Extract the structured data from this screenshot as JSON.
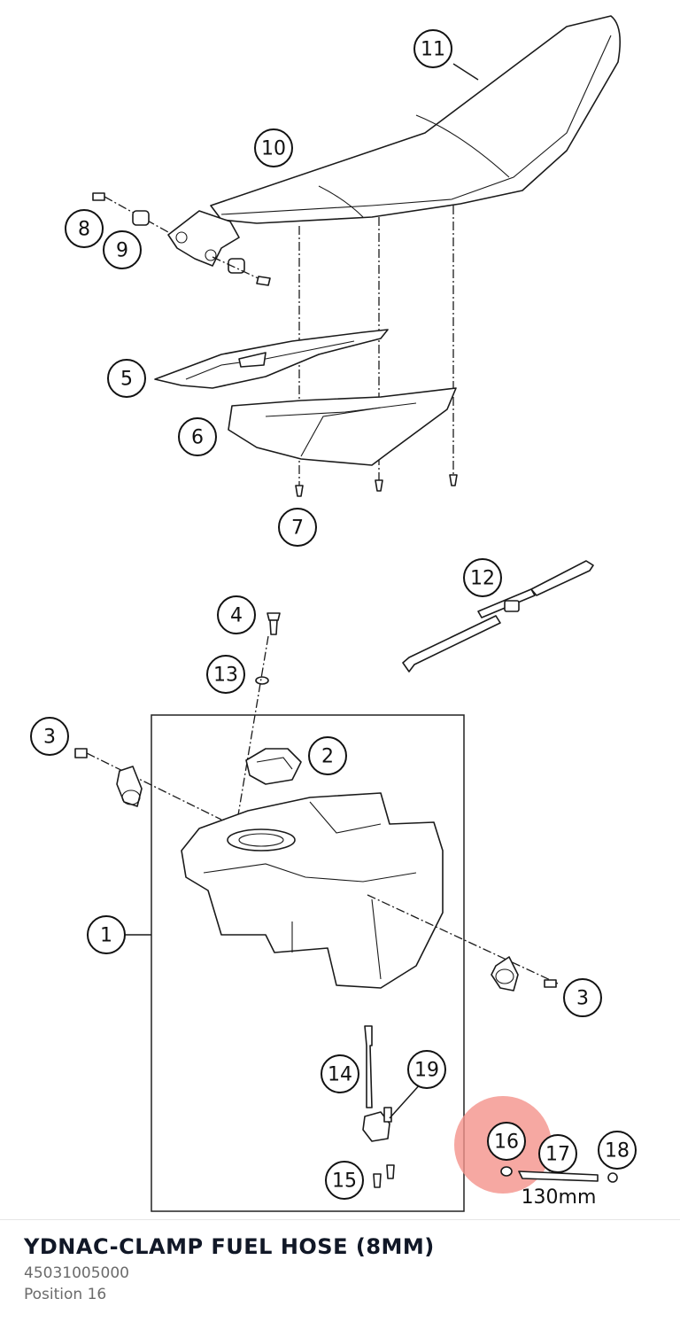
{
  "diagram": {
    "callouts": [
      "1",
      "2",
      "3",
      "3",
      "4",
      "5",
      "6",
      "7",
      "8",
      "9",
      "10",
      "11",
      "12",
      "13",
      "14",
      "15",
      "16",
      "17",
      "18",
      "19"
    ],
    "hose_length_label": "130mm",
    "highlight_color": "#f4928b"
  },
  "selected_part": {
    "title": "YDNAC-CLAMP FUEL HOSE (8MM)",
    "part_number": "45031005000",
    "position": "Position 16"
  }
}
